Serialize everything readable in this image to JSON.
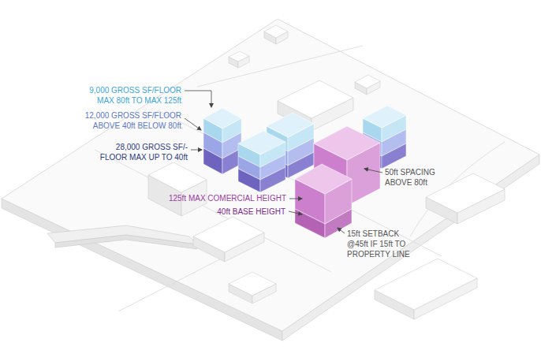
{
  "diagram": {
    "labels": [
      "9,000 GROSS SF/FLOOR MAX 80ft TO MAX 125ft",
      "12,000 GROSS SF/FLOOR ABOVE 40ft BELOW 80ft",
      "28,000 GROSS SF/- FLOOR MAX UP TO 40ft",
      "125ft MAX COMERCIAL HEIGHT",
      "40ft BASE HEIGHT",
      "50ft SPACING ABOVE 80ft",
      "15ft SETBACK @45ft IF 15ft TO PROPERTY LINE"
    ]
  }
}
